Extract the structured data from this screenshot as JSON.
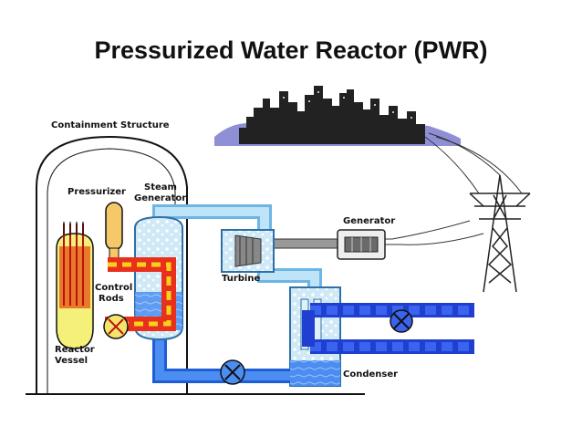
{
  "title": "Pressurized Water Reactor (PWR)",
  "labels": {
    "containment": "Containment Structure",
    "pressurizer": "Pressurizer",
    "steam_generator_1": "Steam",
    "steam_generator_2": "Generator",
    "generator": "Generator",
    "turbine": "Turbine",
    "control_rods_1": "Control",
    "control_rods_2": "Rods",
    "reactor_vessel_1": "Reactor",
    "reactor_vessel_2": "Vessel",
    "condenser": "Condenser"
  },
  "colors": {
    "primary_loop_hot": "#e8301c",
    "primary_loop_dashes": "#f7d21a",
    "secondary_steam": "#9fd3ef",
    "condenser_water": "#2a6ee0",
    "reactor_core": "#e87a2a",
    "pressurizer": "#f5c96a",
    "skyline": "#222222",
    "mountain": "#8f8fd6"
  }
}
